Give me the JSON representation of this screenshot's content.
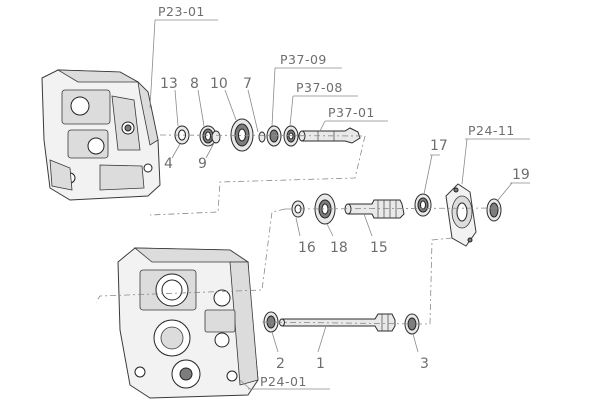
{
  "labels": {
    "p23_01": "P23-01",
    "p37_09": "P37-09",
    "p37_08": "P37-08",
    "p37_01": "P37-01",
    "p24_11": "P24-11",
    "p24_01": "P24-01",
    "n13": "13",
    "n8": "8",
    "n10": "10",
    "n7": "7",
    "n4": "4",
    "n9": "9",
    "n17": "17",
    "n19": "19",
    "n16": "16",
    "n18": "18",
    "n15": "15",
    "n2": "2",
    "n1": "1",
    "n3": "3"
  }
}
